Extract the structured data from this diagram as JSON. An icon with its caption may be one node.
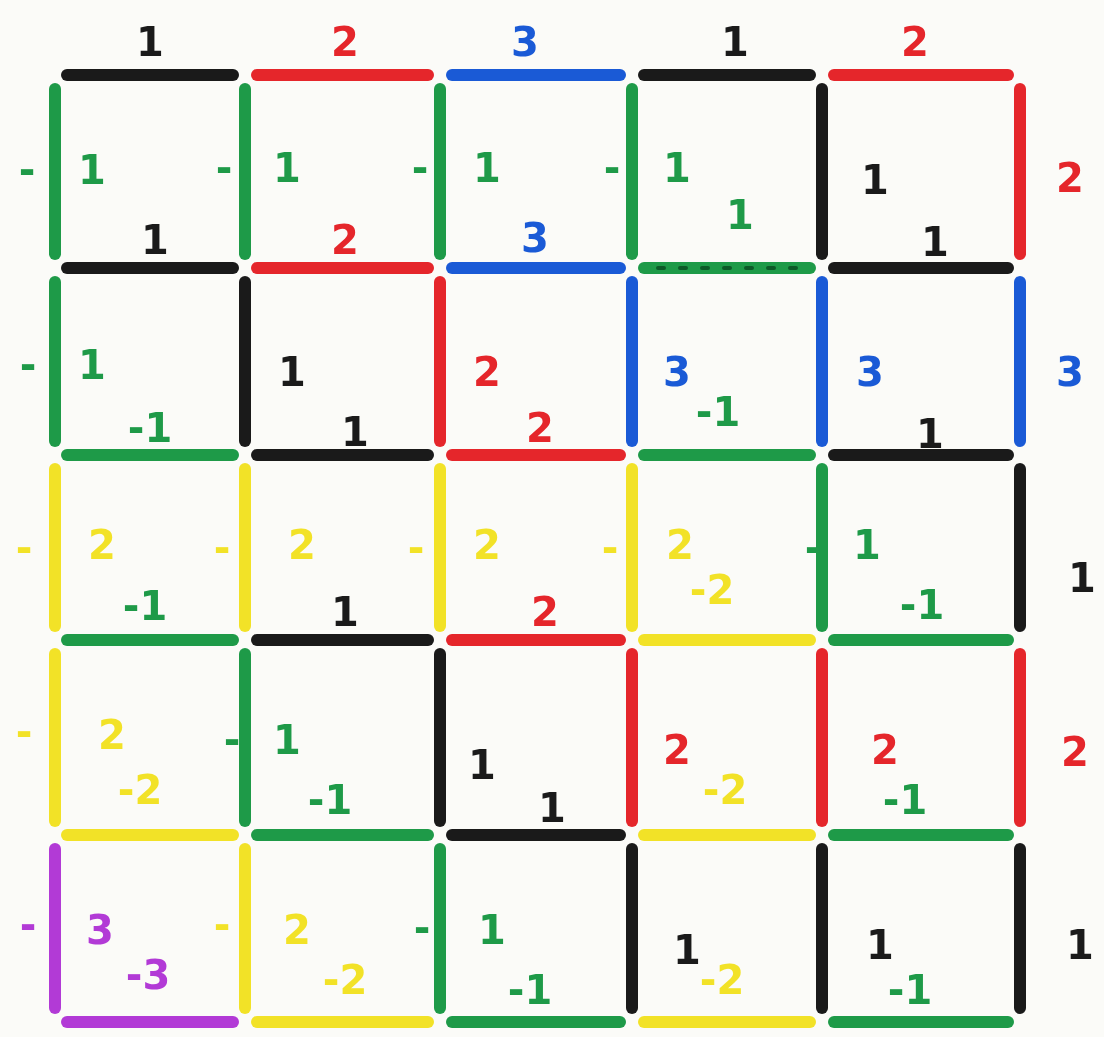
{
  "diagram": {
    "labels": [
      "1",
      "2",
      "3",
      "1",
      "2",
      "-",
      "1",
      "-",
      "1",
      "-",
      "1",
      "-",
      "1",
      "1",
      "2",
      "1",
      "2",
      "3",
      "1",
      "1",
      "-",
      "1",
      "1",
      "2",
      "3",
      "3",
      "3",
      "-1",
      "-1",
      "1",
      "2",
      "1",
      "-",
      "2",
      "-",
      "2",
      "-",
      "2",
      "-",
      "2",
      "-",
      "1",
      "1",
      "-1",
      "1",
      "2",
      "-2",
      "-1",
      "-",
      "2",
      "-",
      "1",
      "1",
      "2",
      "2",
      "2",
      "-2",
      "-1",
      "1",
      "-2",
      "-1",
      "-",
      "3",
      "-",
      "2",
      "-",
      "1",
      "1",
      "1",
      "1",
      "-3",
      "-2",
      "-1",
      "-2",
      "-1"
    ]
  }
}
